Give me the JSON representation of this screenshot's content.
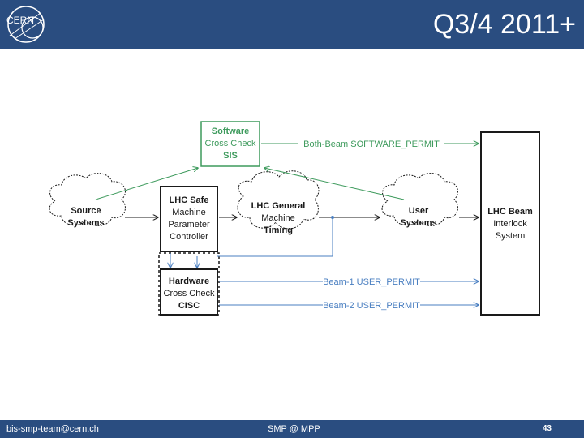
{
  "header": {
    "logo_text": "CERN",
    "title": "Q3/4 2011+"
  },
  "footer": {
    "email": "bis-smp-team@cern.ch",
    "center": "SMP @ MPP",
    "page": "43"
  },
  "colors": {
    "bar": "#2a4d80",
    "green": "#3d9a5c",
    "blue": "#4a7fc1",
    "black": "#1a1a1a"
  },
  "diagram": {
    "sis": {
      "line1": "Software",
      "line2": "Cross Check",
      "line3": "SIS"
    },
    "source": {
      "line1": "Source",
      "line2": "Systems"
    },
    "smp": {
      "line1": "LHC Safe",
      "line2": "Machine",
      "line3": "Parameter",
      "line4": "Controller"
    },
    "timing": {
      "line1": "LHC General",
      "line2": "Machine",
      "line3": "Timing"
    },
    "user": {
      "line1": "User",
      "line2": "Systems"
    },
    "bis": {
      "line1": "LHC Beam",
      "line2": "Interlock",
      "line3": "System"
    },
    "cisc": {
      "line1": "Hardware",
      "line2": "Cross Check",
      "line3": "CISC"
    },
    "sw_permit": "Both-Beam SOFTWARE_PERMIT",
    "beam1_permit": "Beam-1 USER_PERMIT",
    "beam2_permit": "Beam-2 USER_PERMIT"
  }
}
